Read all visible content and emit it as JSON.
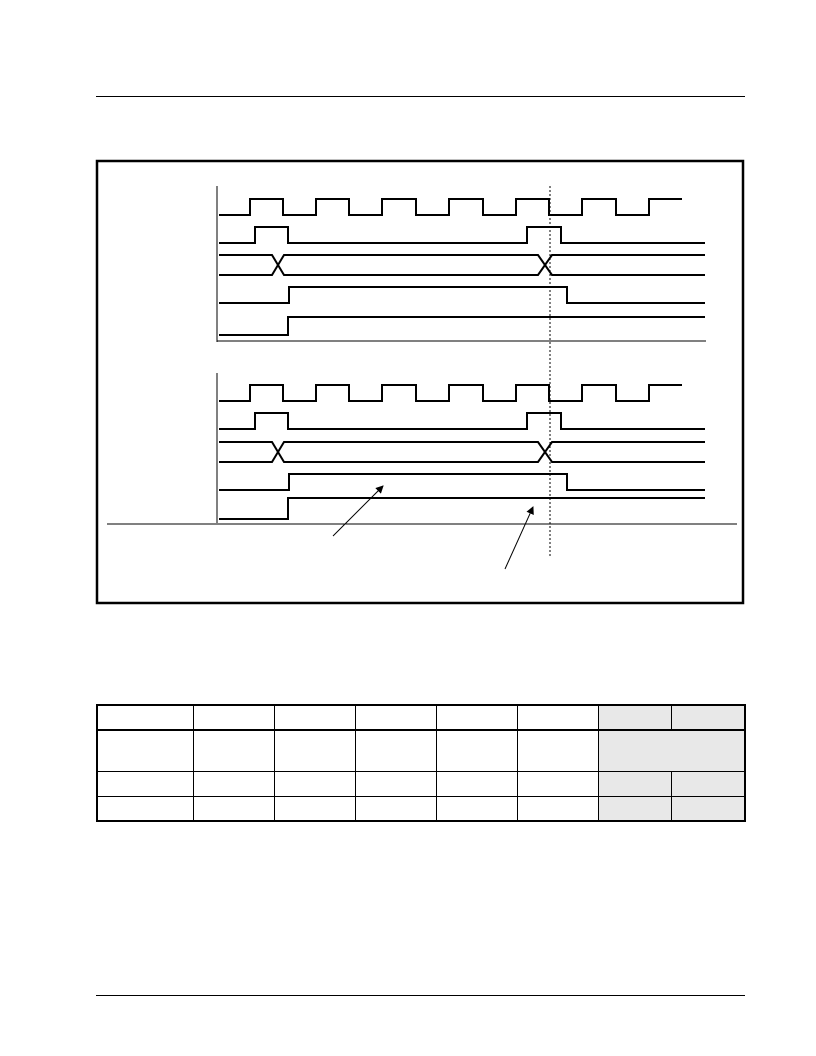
{
  "page": {
    "header_rule": "top-rule",
    "footer_rule": "bottom-rule"
  },
  "timing_diagram": {
    "groups": [
      {
        "name": "upper-group",
        "signals": [
          "clock",
          "strobe-pulse",
          "data-bus",
          "level-signal",
          "step-signal"
        ]
      },
      {
        "name": "lower-group",
        "signals": [
          "clock",
          "strobe-pulse",
          "data-bus",
          "level-signal",
          "step-signal"
        ]
      }
    ],
    "clock_cycles": 7,
    "reference_line": "dotted-vertical-marker",
    "annotations": [
      "arrow-to-level-signal",
      "arrow-to-step-signal"
    ]
  },
  "table": {
    "columns": 8,
    "rows": [
      {
        "kind": "header",
        "cells": [
          "",
          "",
          "",
          "",
          "",
          "",
          "",
          ""
        ]
      },
      {
        "kind": "data-tall",
        "cells": [
          "",
          "",
          "",
          "",
          "",
          "",
          ""
        ]
      },
      {
        "kind": "data",
        "cells": [
          "",
          "",
          "",
          "",
          "",
          "",
          "",
          ""
        ]
      },
      {
        "kind": "data",
        "cells": [
          "",
          "",
          "",
          "",
          "",
          "",
          "",
          ""
        ]
      }
    ],
    "shade_color": "#e8e8e8"
  }
}
